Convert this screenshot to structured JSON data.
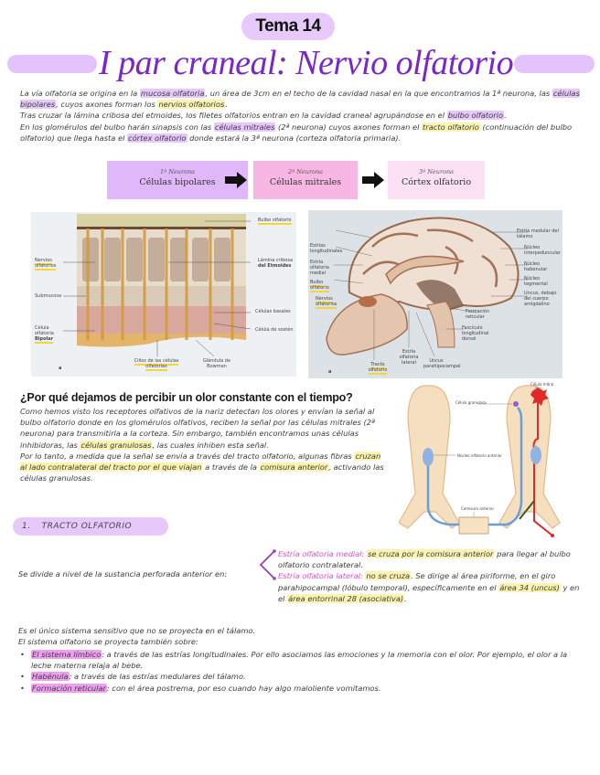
{
  "header": {
    "tema": "Tema 14",
    "title": "I par craneal: Nervio olfatorio"
  },
  "intro": {
    "l1a": "La vía olfatoria se origina en la ",
    "l1b": "mucosa olfatoria",
    "l1c": ", un área de 3cm en el techo de la cavidad nasal en la que encontramos la 1ª neurona, las ",
    "l1d": "células bipolares",
    "l1e": ", cuyos axones forman los ",
    "l1f": "nervios olfatorios",
    "l1g": ".",
    "l2a": "Tras cruzar la lámina cribosa del etmoides, los filetes olfatorios entran en la cavidad craneal agrupándose en el ",
    "l2b": "bulbo olfatorio",
    "l2c": ".",
    "l3a": "En los glomérulos del bulbo harán sinapsis con las ",
    "l3b": "células mitrales",
    "l3c": " (2ª neurona) cuyos axones forman el ",
    "l3d": "tracto olfatorio",
    "l3e": " (continuación del bulbo olfatorio) que llega hasta el ",
    "l3f": "córtex olfatorio",
    "l3g": " donde estará la 3ª neurona (corteza olfatoria primaria)."
  },
  "flow": [
    {
      "label": "1ª Neurona",
      "value": "Células bipolares",
      "color": "#e0b7f8"
    },
    {
      "label": "2ª Neurona",
      "value": "Células mitrales",
      "color": "#f8b6e5"
    },
    {
      "label": "3ª Neurona",
      "value": "Córtex olfatorio",
      "color": "#fbe1f3"
    }
  ],
  "figure1": {
    "labels": {
      "bulbo": "Bulbo olfatorio",
      "nervios": "Nervios olfatorios",
      "lamina": "Lámina cribosa",
      "etmoides": "del Etmoides",
      "submucosa": "Submucosa",
      "basales": "Células basales",
      "sosten": "Célula de sostén",
      "celula": "Célula olfatoria",
      "bipolar": "Bipolar",
      "cilios": "Cilios de las células olfatorias",
      "glandula": "Glándula de Bowman",
      "letter": "a"
    }
  },
  "figure2": {
    "labels": {
      "estria_long": "Estrías longitudinales",
      "estria_med": "Estría olfatoria medial",
      "bulbo": "Bulbo olfatorio",
      "nervios": "Nervios olfatorios",
      "tracto": "Tracto olfatorio",
      "estria_lat": "Estría olfatoria lateral",
      "uncus": "Uncus parahipocampal",
      "estria_medular": "Estría medular del tálamo",
      "interpeduncular": "Núcleo interpeduncular",
      "habenular": "Núcleo habenular",
      "tegmental": "Núcleo tegmental",
      "uncus_amig": "Uncus, debajo del cuerpo amigdalino",
      "formacion": "Formación reticular",
      "fasciculo": "Fascículo longitudinal dorsal",
      "letter": "a"
    }
  },
  "question": {
    "title": "¿Por qué dejamos de percibir un olor constante con el tiempo?",
    "p1": "Como hemos visto los receptores olfativos de la nariz detectan los olores y envían la señal al bulbo olfatorio donde en los glomérulos olfativos, reciben la señal por las células mitrales (2ª neurona) para transmitirla a la corteza. Sin embargo, también encontramos unas células inhibidoras, las ",
    "p1b": "células granulosas",
    "p1c": ", las cuales inhiben esta señal.",
    "p2a": "Por lo tanto, a medida que la señal se envía a través del tracto olfatorio, algunas fibras ",
    "p2b": "cruzan al lado contralateral del tracto por el que viajan",
    "p2c": " a través de la ",
    "p2d": "comisura anterior",
    "p2e": ", activando las células granulosas."
  },
  "diagram": {
    "labels": {
      "mitral": "Célula mitral",
      "granulosa": "Célula granulosa",
      "nucleo": "Núcleo olfatorio anterior",
      "comisura": "Comisura anterior"
    }
  },
  "section1": {
    "number": "1.",
    "title": "TRACTO OLFATORIO",
    "divide": "Se divide a nivel de la sustancia perforada anterior en:",
    "medial_label": "Estría olfatoria medial:",
    "medial_hl": "se cruza por la comisura anterior",
    "medial_text": " para llegar al bulbo olfatorio contralateral.",
    "lateral_label": "Estría olfatoria lateral:",
    "lateral_hl": "no se cruza",
    "lateral_text": ". Se dirige al área piriforme, en el giro parahipocampal (lóbulo temporal), específicamente en el ",
    "lateral_hl2": "área 34 (uncus)",
    "lateral_text2": " y en el ",
    "lateral_hl3": "área entorrinal 28 (asociativa)",
    "lateral_text3": "."
  },
  "bottom": {
    "l1": "Es el único sistema sensitivo que no se proyecta en el tálamo.",
    "l2": "El sistema olfatorio se proyecta también sobre:",
    "bullets": [
      {
        "term": "El sistema límbico",
        "text": ": a través de las estrías longitudinales. Por ello asociamos las emociones y la memoria con el olor. Por ejemplo, el olor a la leche materna relaja al bebe."
      },
      {
        "term": "Habénula",
        "text": ": a través de las estrías medulares del tálamo."
      },
      {
        "term": "Formación reticular",
        "text": ": con el área postrema, por eso cuando hay algo maloliente vomitamos."
      }
    ]
  },
  "colors": {
    "purple_title": "#7a26c9",
    "lavender": "#e4c2fb",
    "highlight_yellow": "#fbf3b0",
    "highlight_magenta": "#ef9ff0",
    "pink_text": "#e04fd1"
  }
}
